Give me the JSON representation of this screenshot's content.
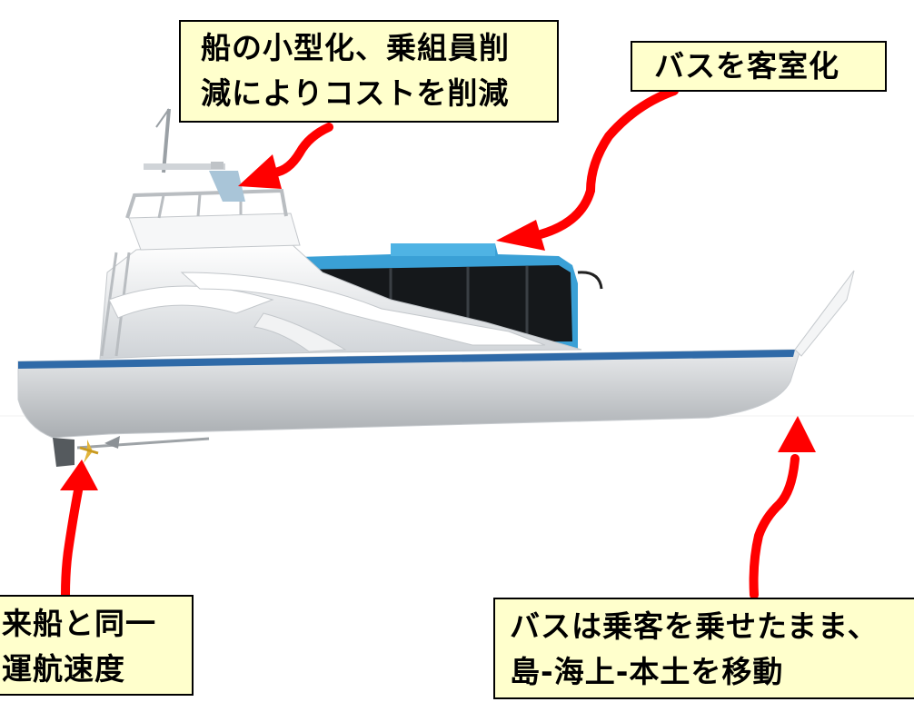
{
  "callouts": {
    "cost": {
      "lines": [
        "船の小型化、乗組員削",
        "減によりコストを削減"
      ]
    },
    "bus_cabin": {
      "lines": [
        "バスを客室化"
      ]
    },
    "speed": {
      "lines": [
        "来船と同一",
        "運航速度"
      ]
    },
    "transfer": {
      "lines": [
        "バスは乗客を乗せたまま、",
        "島-海上-本土を移動"
      ]
    }
  },
  "colors": {
    "callout_fill": "#ffffcc",
    "arrow": "#ff0000",
    "hull": "#e9ebed",
    "hull_stripe": "#2f6aa8",
    "bus": "#3aa0d6",
    "window": "#1a1a1a"
  }
}
